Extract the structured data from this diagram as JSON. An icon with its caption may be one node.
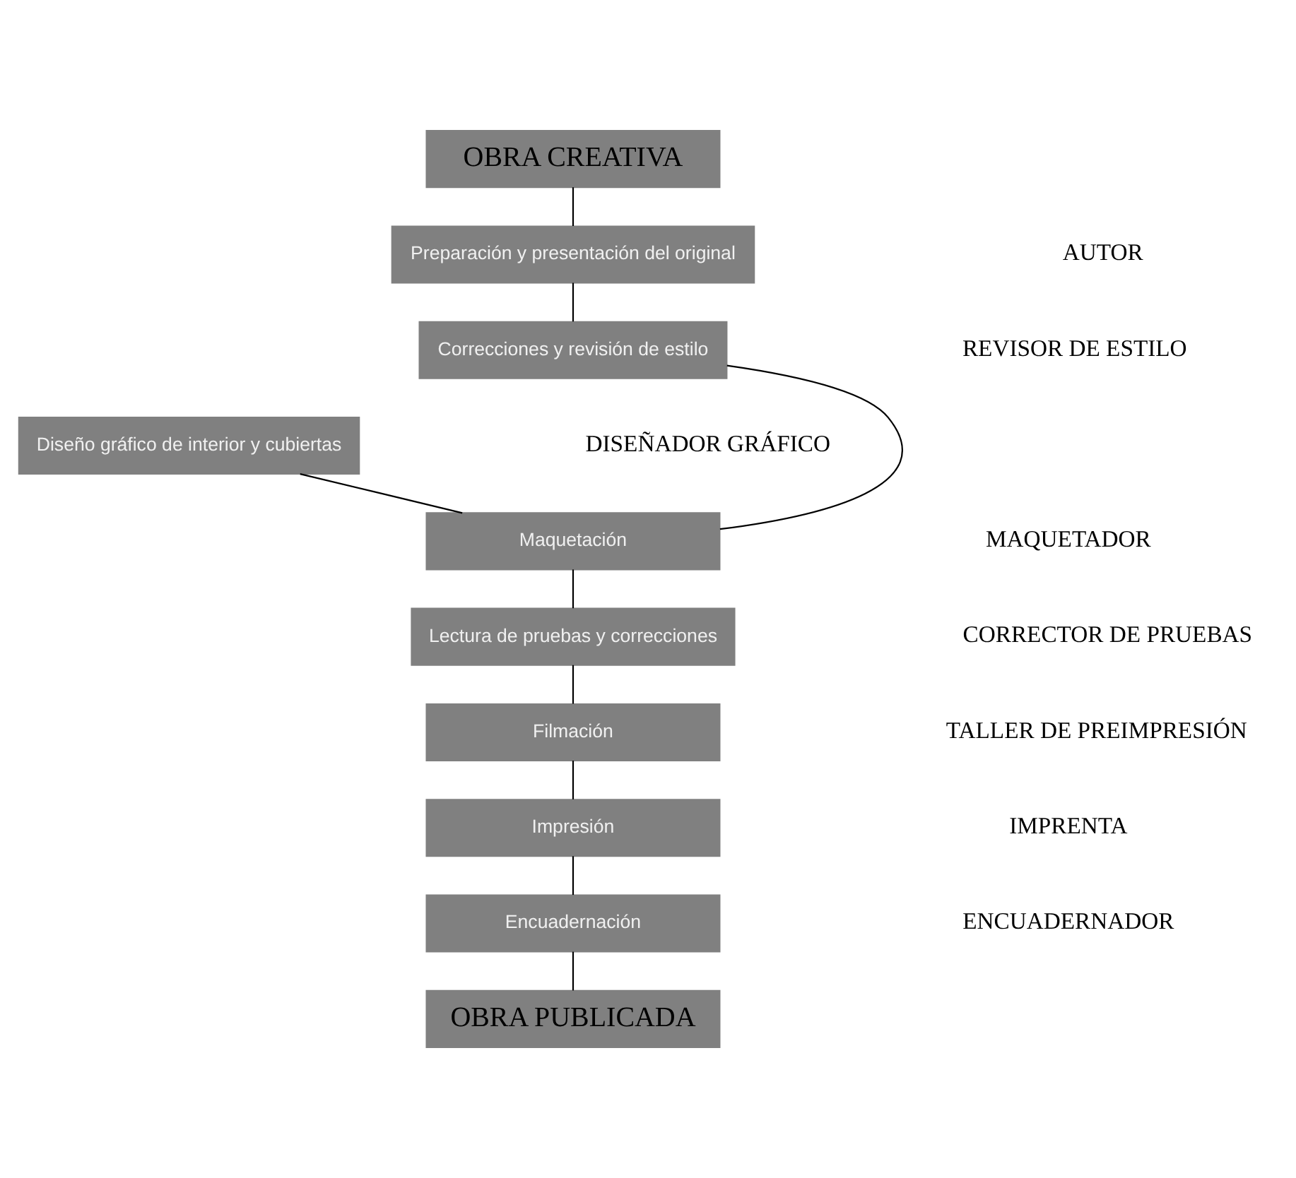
{
  "diagram": {
    "nodes": [
      {
        "text": [
          "OBRA CREATIVA"
        ]
      },
      {
        "text": [
          "Preparación y presentación del original"
        ]
      },
      {
        "text": [
          "Correcciones y revisión de estilo"
        ]
      },
      {
        "text": [
          "Diseño gráfico de interior y cubiertas"
        ]
      },
      {
        "text": [
          "Maquetación"
        ]
      },
      {
        "text": [
          "Lectura de pruebas y correcciones"
        ]
      },
      {
        "text": [
          "Filmación"
        ]
      },
      {
        "text": [
          "Impresión"
        ]
      },
      {
        "text": [
          "Encuadernación"
        ]
      },
      {
        "text": [
          "OBRA PUBLICADA"
        ]
      }
    ],
    "edges": [
      {
        "from": 0,
        "to": 1,
        "arrow": "none"
      },
      {
        "from": 1,
        "to": 2,
        "arrow": "none"
      },
      {
        "from": 2,
        "to": 4,
        "arrow": "none"
      },
      {
        "from": 3,
        "to": 4,
        "arrow": "none"
      },
      {
        "from": 4,
        "to": 5,
        "arrow": "none"
      },
      {
        "from": 5,
        "to": 6,
        "arrow": "none"
      },
      {
        "from": 6,
        "to": 7,
        "arrow": "none"
      },
      {
        "from": 7,
        "to": 8,
        "arrow": "none"
      },
      {
        "from": 8,
        "to": 9,
        "arrow": "none"
      }
    ],
    "labels": [
      "AUTOR",
      "REVISOR DE ESTILO",
      "DISEÑADOR GRÁFICO",
      "MAQUETADOR",
      "CORRECTOR DE PRUEBAS",
      "TALLER DE PREIMPRESIÓN",
      "IMPRENTA",
      "ENCUADERNADOR"
    ]
  }
}
